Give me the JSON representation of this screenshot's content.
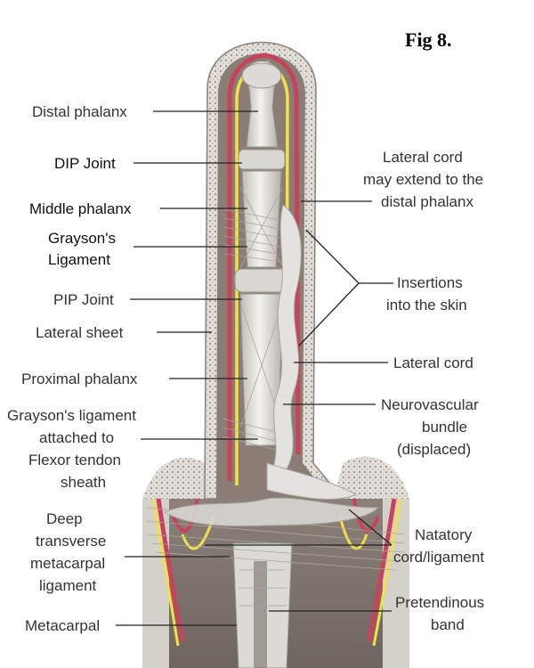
{
  "figure": {
    "title": "Fig 8."
  },
  "labels_left": {
    "distal_phalanx": "Distal phalanx",
    "dip_joint": "DIP Joint",
    "middle_phalanx": "Middle phalanx",
    "graysons_ligament_1": "Grayson's",
    "graysons_ligament_2": "Ligament",
    "pip_joint": "PIP Joint",
    "lateral_sheet": "Lateral sheet",
    "proximal_phalanx": "Proximal phalanx",
    "graysons_attached_1": "Grayson's ligament",
    "graysons_attached_2": "attached to",
    "graysons_attached_3": "Flexor tendon",
    "graysons_attached_4": "sheath",
    "deep_transverse_1": "Deep",
    "deep_transverse_2": "transverse",
    "deep_transverse_3": "metacarpal",
    "deep_transverse_4": "ligament",
    "metacarpal": "Metacarpal"
  },
  "labels_right": {
    "lateral_cord_extend_1": "Lateral cord",
    "lateral_cord_extend_2": "may extend to the",
    "lateral_cord_extend_3": "distal phalanx",
    "insertions_1": "Insertions",
    "insertions_2": "into the skin",
    "lateral_cord": "Lateral cord",
    "neurovascular_1": "Neurovascular",
    "neurovascular_2": "bundle",
    "neurovascular_3": "(displaced)",
    "natatory_1": "Natatory",
    "natatory_2": "cord/ligament",
    "pretendinous_1": "Pretendinous",
    "pretendinous_2": "band"
  },
  "colors": {
    "background": "#ffffff",
    "cavity": "#8a7d76",
    "skin_edge": "#d6d2cc",
    "bone": "#e9e8e4",
    "tissue": "#cfcdc8",
    "artery": "#c8425c",
    "nerve": "#f2e245",
    "label_text": "#333333",
    "leader_line": "#222222"
  }
}
